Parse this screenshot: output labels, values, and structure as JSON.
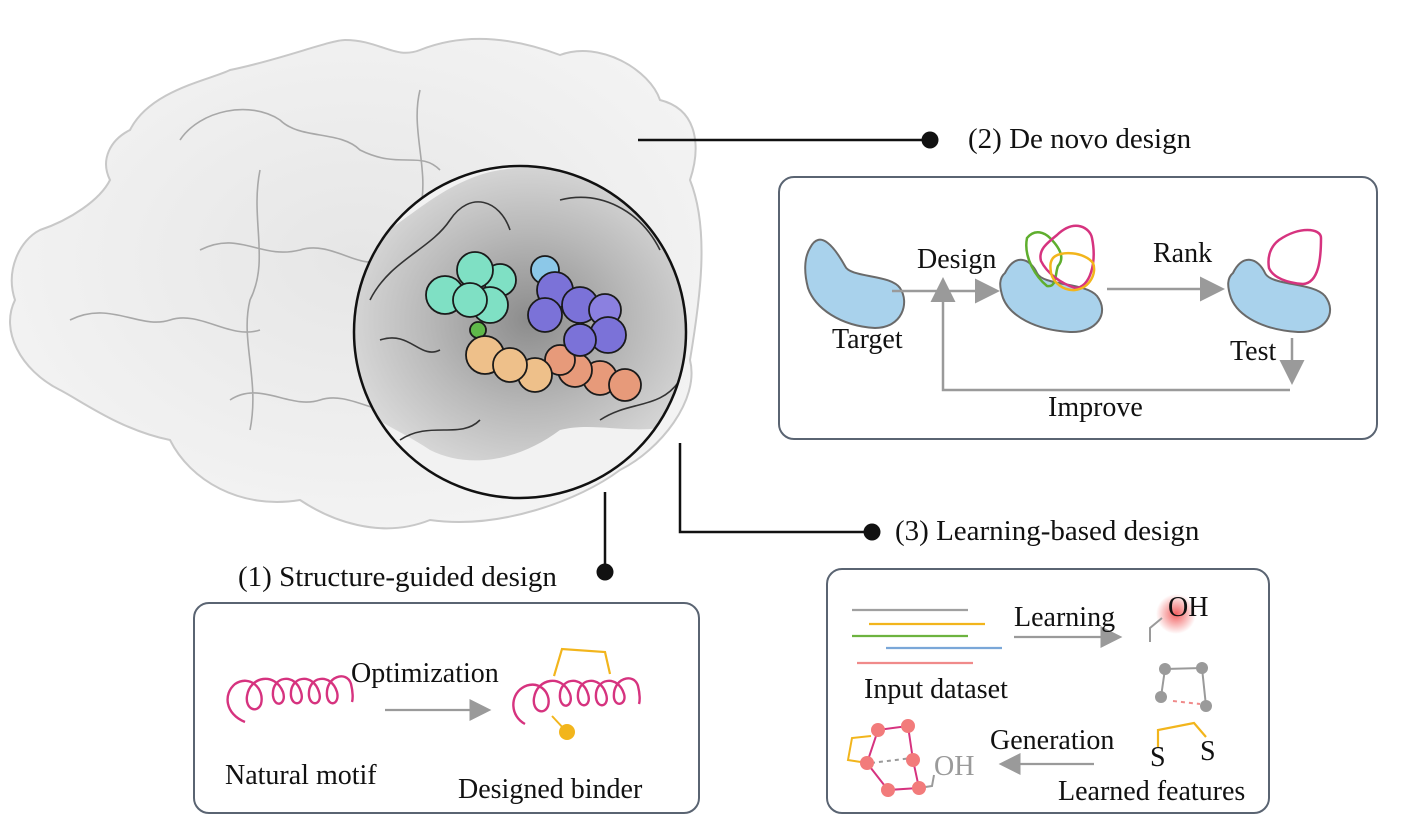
{
  "figure": {
    "subject": "protein target surface with bound ligand in highlighted binding pocket",
    "ligand_colors": {
      "aquamarine": "#7fe0c4",
      "slate_blue": "#7b72d8",
      "sky_blue": "#8cc8e8",
      "tan": "#eec08a",
      "salmon": "#e79a7a",
      "green": "#5fb84a"
    },
    "surface_color": "#d9d9d9"
  },
  "approaches": {
    "structure_guided": {
      "heading": "(1) Structure-guided design",
      "step_label": "Optimization",
      "input_label": "Natural motif",
      "output_label": "Designed binder",
      "helix_color": "#d6337f",
      "staple_color": "#f2b51c"
    },
    "de_novo": {
      "heading": "(2) De novo design",
      "target_label": "Target",
      "design_label": "Design",
      "rank_label": "Rank",
      "test_label": "Test",
      "improve_label": "Improve",
      "target_fill": "#a9d2ec",
      "candidate_colors": [
        "#5fae2e",
        "#d6337f",
        "#f2b51c"
      ]
    },
    "learning_based": {
      "heading": "(3) Learning-based design",
      "input_label": "Input dataset",
      "learning_label": "Learning",
      "generation_label": "Generation",
      "features_label": "Learned features",
      "hydroxyl_label": "OH",
      "sulfur_label": "S",
      "dataset_line_colors": [
        "#a0a0a0",
        "#f2b51c",
        "#6db33f",
        "#7aa7d8",
        "#f08a8a"
      ],
      "node_color": "#f27b7b",
      "feature_node_color": "#9a9a9a"
    }
  },
  "colors": {
    "panel_border": "#5a6472",
    "arrow": "#9a9a9a",
    "connector": "#111111"
  }
}
